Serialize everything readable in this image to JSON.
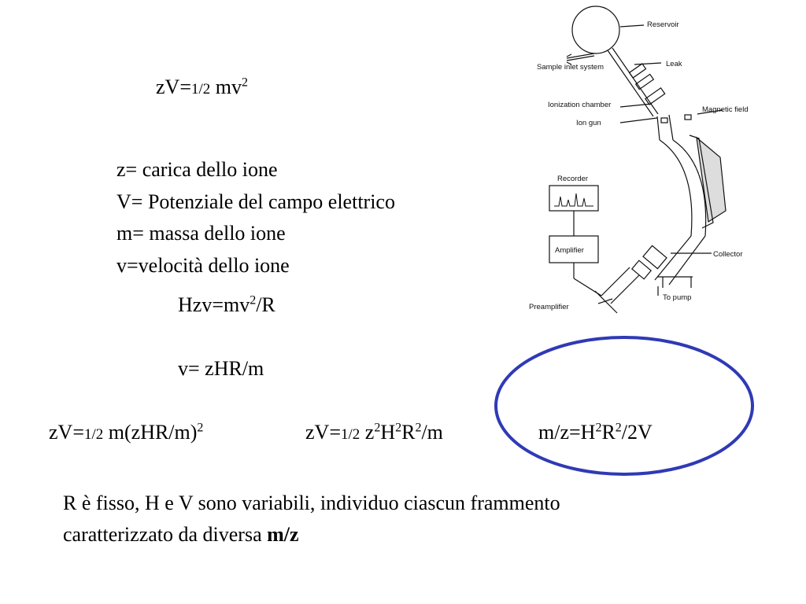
{
  "formula1": {
    "a": "zV=",
    "half": "1/2",
    "b": " mv",
    "exp": "2"
  },
  "definitions": [
    "z= carica dello ione",
    "V= Potenziale del campo elettrico",
    "m= massa dello ione",
    "v=velocità dello ione"
  ],
  "formula2": {
    "a": "Hzv=mv",
    "exp": "2",
    "b": "/R"
  },
  "formula3": "v= zHR/m",
  "formula4": {
    "a": "zV=",
    "half": "1/2",
    "b": " m(zHR/m)",
    "exp": "2"
  },
  "formula5": {
    "a": "zV=",
    "half": "1/2",
    "b": " z",
    "e1": "2",
    "c": "H",
    "e2": "2",
    "d": "R",
    "e3": "2",
    "f": "/m"
  },
  "formula6": {
    "a": "m/z=H",
    "e1": "2",
    "b": "R",
    "e2": "2",
    "c": "/2V"
  },
  "paragraph": {
    "line1": "R è fisso, H e V sono variabili, individuo ciascun frammento",
    "line2": "caratterizzato da diversa ",
    "bold": "m/z"
  },
  "diagram_labels": {
    "reservoir": "Reservoir",
    "leak": "Leak",
    "sample_inlet": "Sample inlet system",
    "ionization_chamber": "Ionization chamber",
    "ion_gun": "Ion gun",
    "magnetic_field": "Magnetic field",
    "recorder": "Recorder",
    "amplifier": "Amplifier",
    "collector": "Collector",
    "preamplifier": "Preamplifier",
    "to_pump": "To pump"
  },
  "colors": {
    "highlight_ellipse": "#2f3ab5"
  }
}
